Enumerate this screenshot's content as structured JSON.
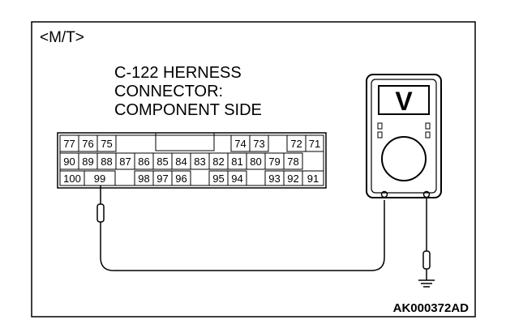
{
  "variant_label": "<M/T>",
  "title_lines": [
    "C-122 HERNESS",
    "CONNECTOR:",
    "COMPONENT SIDE"
  ],
  "figure_code": "AK000372AD",
  "connector": {
    "row1": [
      "77",
      "76",
      "75",
      "74",
      "73",
      "72",
      "71"
    ],
    "row2": [
      "90",
      "89",
      "88",
      "87",
      "86",
      "85",
      "84",
      "83",
      "82",
      "81",
      "80",
      "79",
      "78"
    ],
    "row3": [
      "100",
      "99",
      "98",
      "97",
      "96",
      "95",
      "94",
      "93",
      "92",
      "91"
    ]
  },
  "meter": {
    "display_symbol": "V",
    "icon": "voltmeter-icon"
  },
  "probe_pin": "99",
  "ground_icon": "ground-icon"
}
